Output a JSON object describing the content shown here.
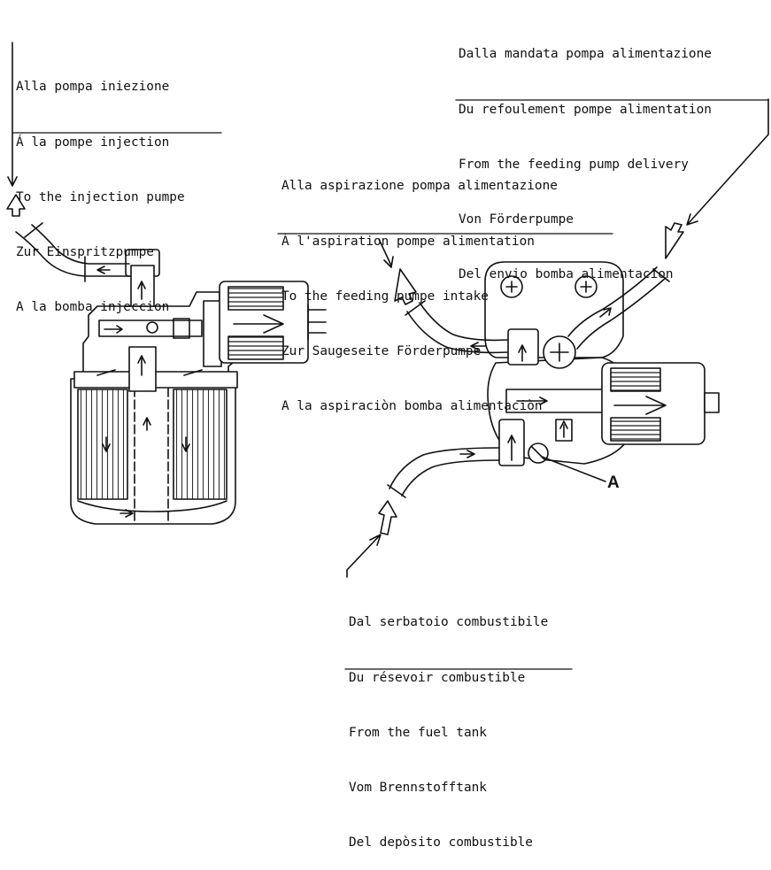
{
  "labels": {
    "injection": [
      "Alla pompa iniezione",
      "Á la pompe injection",
      "To the injection pumpe",
      "Zur Einspritzpumpe",
      "A la bomba injeccion"
    ],
    "delivery": [
      "Dalla mandata pompa alimentazione",
      "Du refoulement pompe alimentation",
      "From the feeding pump delivery",
      "Von Förderpumpe",
      "Del envio bomba alimentacion"
    ],
    "intake": [
      "Alla aspirazione pompa alimentazione",
      "Á l'aspiration pompe alimentation",
      "To the feeding pumpe intake",
      "Zur Saugeseite Förderpumpe",
      "A la aspiraciòn bomba alimentaciòn"
    ],
    "tank": [
      "Dal serbatoio combustibile",
      "Du résevoir combustible",
      "From the fuel tank",
      "Vom Brennstofftank",
      "Del depòsito combustible"
    ]
  },
  "callout": "A"
}
